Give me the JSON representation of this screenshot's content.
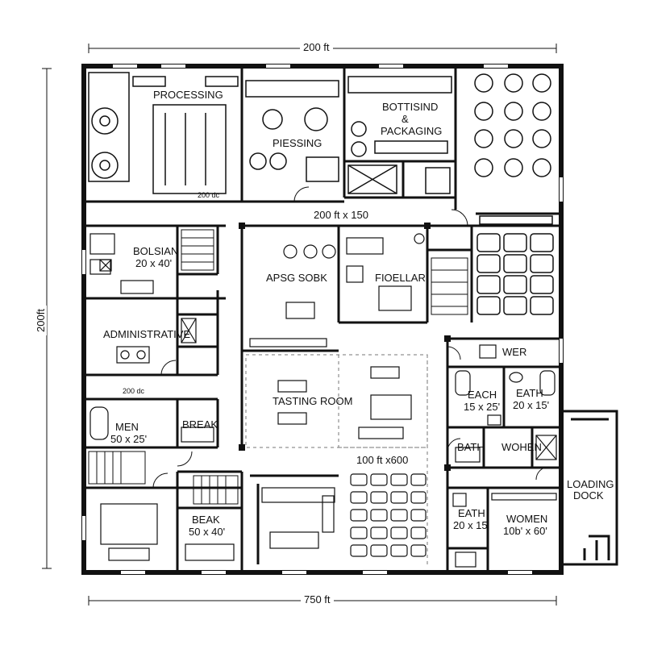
{
  "dimensions": {
    "top": "200 ft",
    "bottom": "750 ft",
    "left": "200ft",
    "center": "200 ft x 150",
    "lower_center": "100 ft x600",
    "processing_note": "200 dc"
  },
  "rooms": {
    "processing": "PROCESSING",
    "pressing": "PIESSING",
    "bottling_1": "BOTTISIND",
    "bottling_2": "&",
    "bottling_3": "PACKAGING",
    "bosian_1": "BOLSIAN",
    "bosian_2": "20 x 40'",
    "administrative": "ADMINISTRATIVE",
    "admin_note": "200 dc",
    "aps_sobk": "APSG SOBK",
    "fioellar": "FIOELLAR",
    "tasting_room": "TASTING ROOM",
    "wer": "WER",
    "each_1": "EACH",
    "each_2": "15 x 25'",
    "eath_1": "EATH",
    "eath_2": "20 x 15'",
    "mens_1": "MEN",
    "mens_2": "50 x 25'",
    "break_1": "BREAK",
    "bath": "BATH",
    "women_small": "WOHEN",
    "loading_1": "LOADING",
    "loading_2": "DOCK",
    "beak_1": "BEAK",
    "beak_2": "50 x 40'",
    "eath_b_1": "EATH",
    "eath_b_2": "20 x 15'",
    "women_1": "WOMEN",
    "women_2": "10b' x 60'"
  }
}
